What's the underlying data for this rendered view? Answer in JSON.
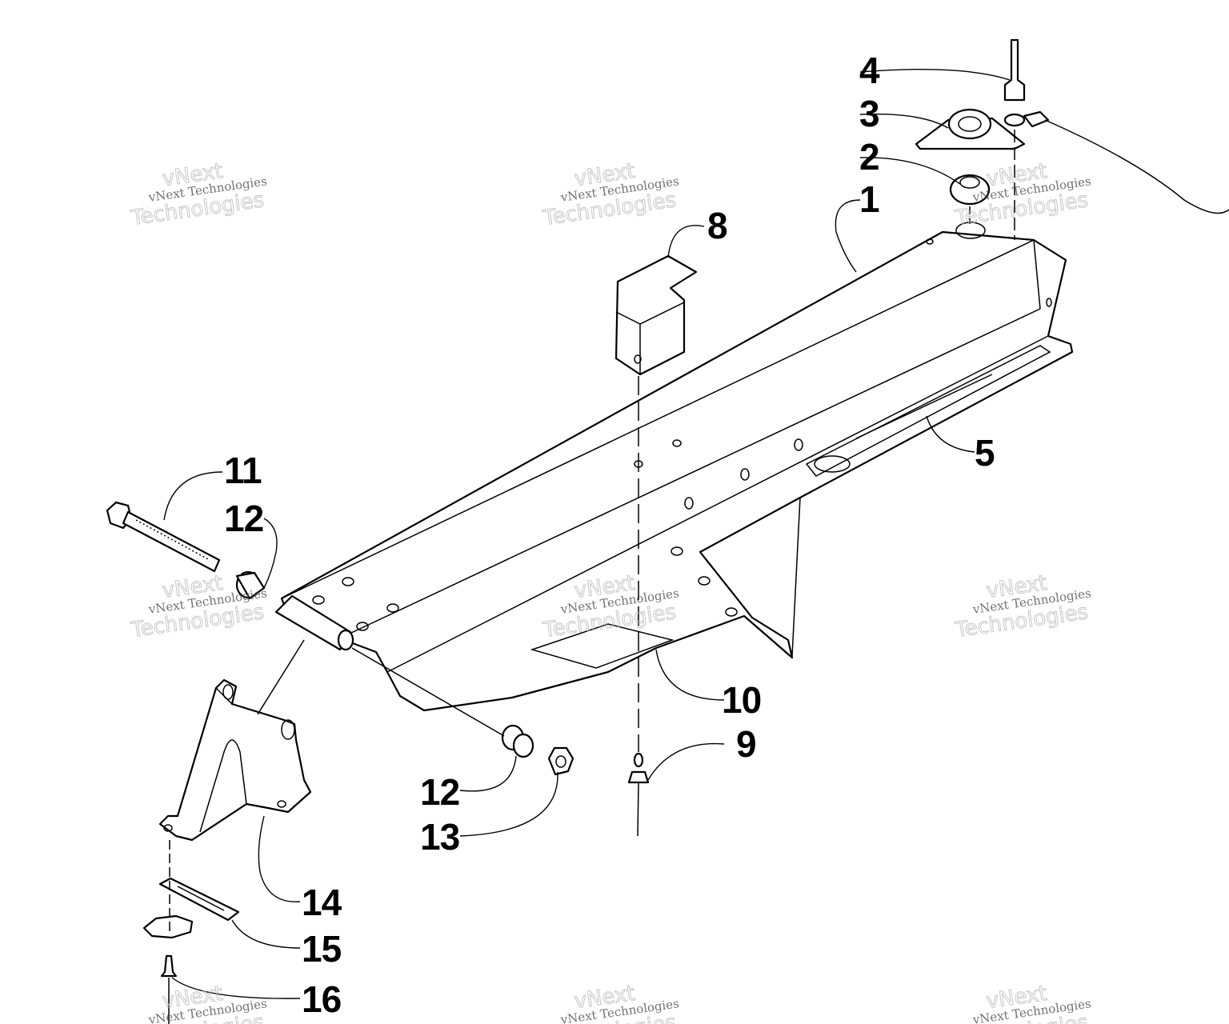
{
  "diagram": {
    "callouts": [
      {
        "id": "c1",
        "label": "1"
      },
      {
        "id": "c2",
        "label": "2"
      },
      {
        "id": "c3",
        "label": "3"
      },
      {
        "id": "c4",
        "label": "4"
      },
      {
        "id": "c5",
        "label": "5"
      },
      {
        "id": "c8",
        "label": "8"
      },
      {
        "id": "c9",
        "label": "9"
      },
      {
        "id": "c10",
        "label": "10"
      },
      {
        "id": "c11",
        "label": "11"
      },
      {
        "id": "c12a",
        "label": "12"
      },
      {
        "id": "c12b",
        "label": "12"
      },
      {
        "id": "c13",
        "label": "13"
      },
      {
        "id": "c14",
        "label": "14"
      },
      {
        "id": "c15",
        "label": "15"
      },
      {
        "id": "c16",
        "label": "16"
      }
    ],
    "watermark": {
      "line1": "vNext Technologies",
      "line2": "vNext",
      "line3": "Technologies"
    },
    "colors": {
      "ink": "#000000",
      "background": "#ffffff",
      "watermark": "#b8b8b8"
    }
  }
}
